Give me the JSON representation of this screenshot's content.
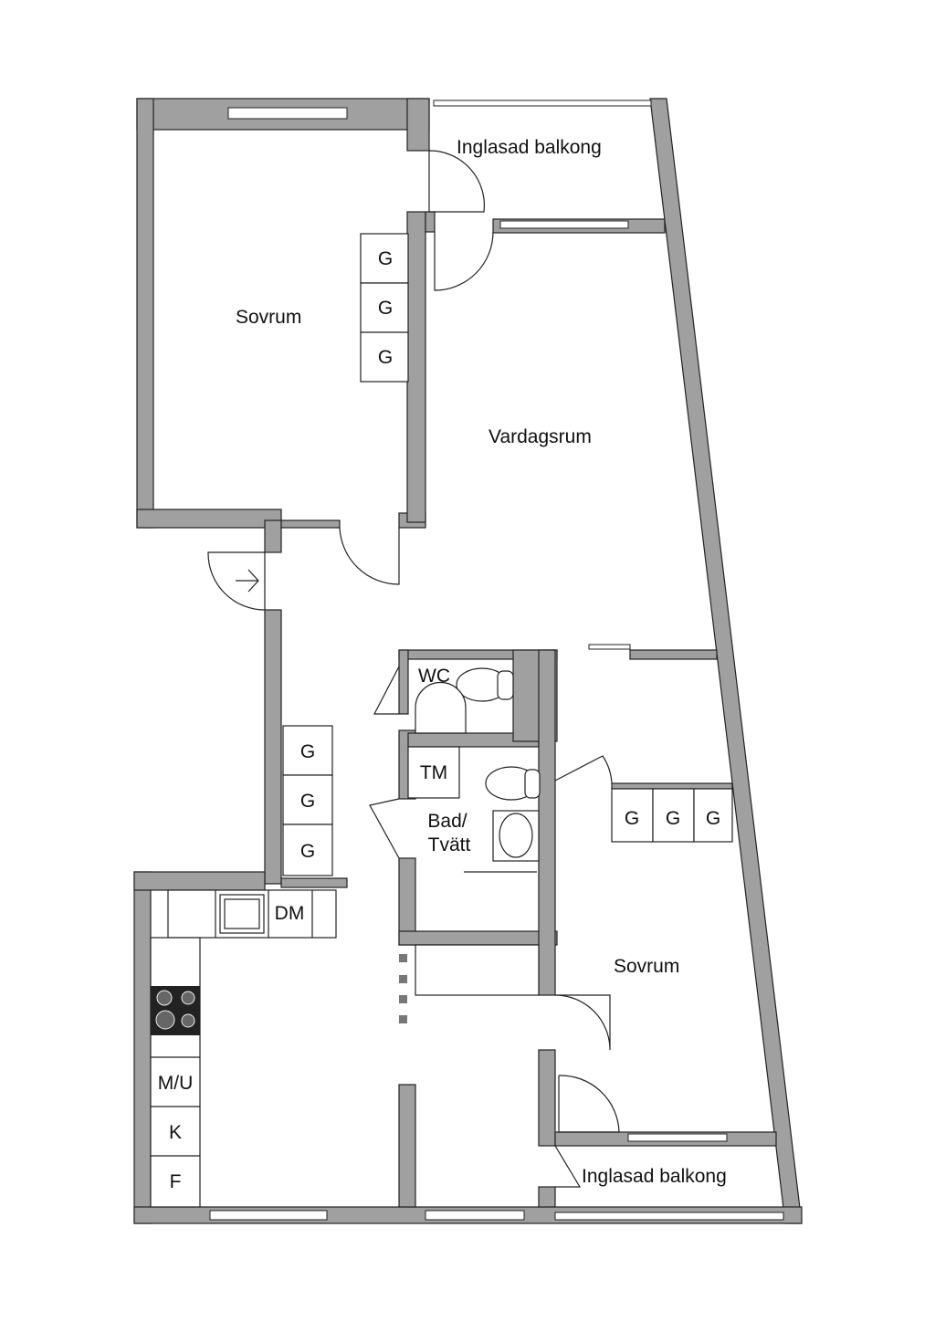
{
  "rooms": {
    "bedroom_1": "Sovrum",
    "balcony_1": "Inglasad balkong",
    "living_room": "Vardagsrum",
    "wc": "WC",
    "bath": "Bad/",
    "bath_2": "Tvätt",
    "bedroom_2": "Sovrum",
    "balcony_2": "Inglasad balkong"
  },
  "fixtures": {
    "wardrobe": "G",
    "dishwasher": "DM",
    "washing_machine": "TM",
    "microwave_oven": "M/U",
    "fridge": "K",
    "freezer": "F"
  },
  "colors": {
    "wall": "#a0a0a0",
    "line": "#222222"
  }
}
